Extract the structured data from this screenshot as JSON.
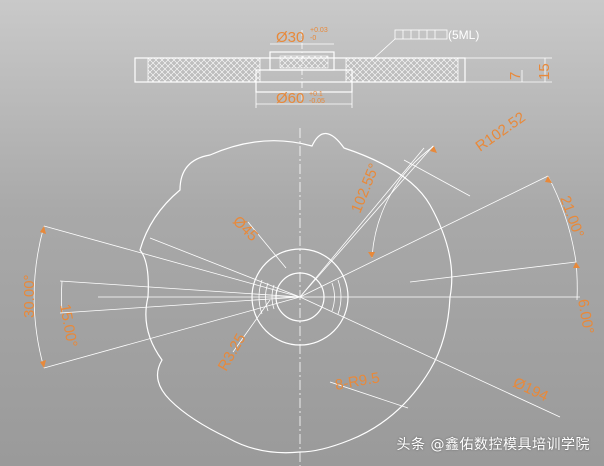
{
  "section_view": {
    "bore_dim": "Ø30",
    "bore_tol_upper": "+0.03",
    "bore_tol_lower": "-0",
    "hub_dim": "Ø60",
    "hub_tol_upper": "+0.1",
    "hub_tol_lower": "-0.05",
    "knurl_label": "(5ML)",
    "thickness_small": "7",
    "thickness_total": "15"
  },
  "plan_view": {
    "outer_radius": "R102.52",
    "angle_arc": "102.55°",
    "angle_21": "21.00°",
    "angle_30": "30.00°",
    "angle_15": "15.00°",
    "angle_6": "6.00°",
    "hole_dia": "Ø45",
    "fillet": "R3.25",
    "scallops": "8-R9.5",
    "outer_dia": "Ø194"
  },
  "watermark": "头条 @鑫佑数控模具培训学院"
}
